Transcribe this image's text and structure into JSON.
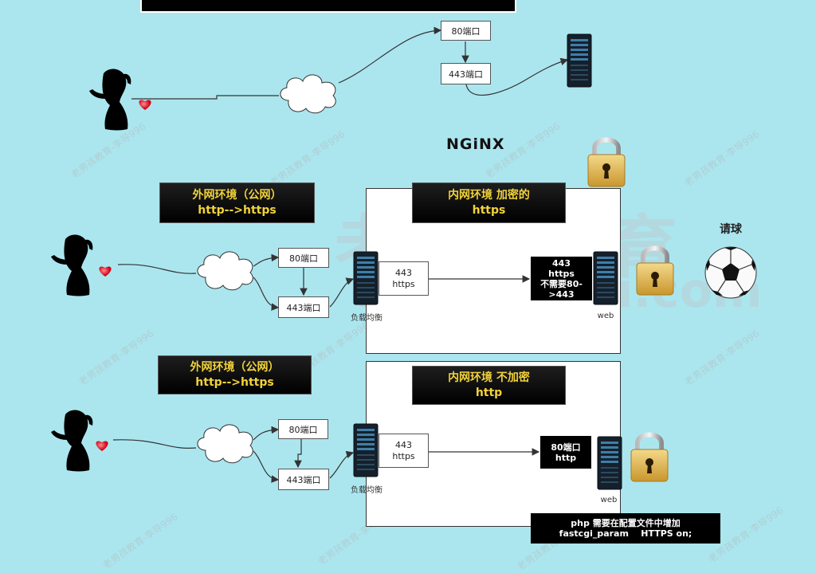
{
  "brand": "NGiNX",
  "watermark_big": "老男孩教育",
  "watermark_domain": "oldboyedu.com",
  "watermark_small": "老男孩教育-李导996",
  "top": {
    "port80": "80端口",
    "port443": "443端口"
  },
  "mid": {
    "external_label": {
      "line1": "外网环境（公网）",
      "line2": "http-->https"
    },
    "internal_label": {
      "line1": "内网环境  加密的",
      "line2": "https"
    },
    "port80": "80端口",
    "port443": "443端口",
    "lb_box": {
      "line1": "443",
      "line2": "https"
    },
    "lb_caption": "负载均衡",
    "web_note": {
      "line1": "443",
      "line2": "https",
      "line3": "不需要80-",
      "line4": ">443"
    },
    "web_caption": "web"
  },
  "bottom": {
    "external_label": {
      "line1": "外网环境（公网）",
      "line2": "http-->https"
    },
    "internal_label": {
      "line1": "内网环境 不加密",
      "line2": "http"
    },
    "port80": "80端口",
    "port443": "443端口",
    "lb_box": {
      "line1": "443",
      "line2": "https"
    },
    "lb_caption": "负载均衡",
    "web_note": {
      "line1": "80端口",
      "line2": "http"
    },
    "web_caption": "web",
    "php_note": {
      "line1": "php 需要在配置文件中增加",
      "line2": "fastcgi_param    HTTPS on;"
    }
  },
  "ball_label": "请球",
  "colors": {
    "background": "#abe6ef",
    "label_text": "#f2d33a",
    "label_bg": "#000000"
  }
}
